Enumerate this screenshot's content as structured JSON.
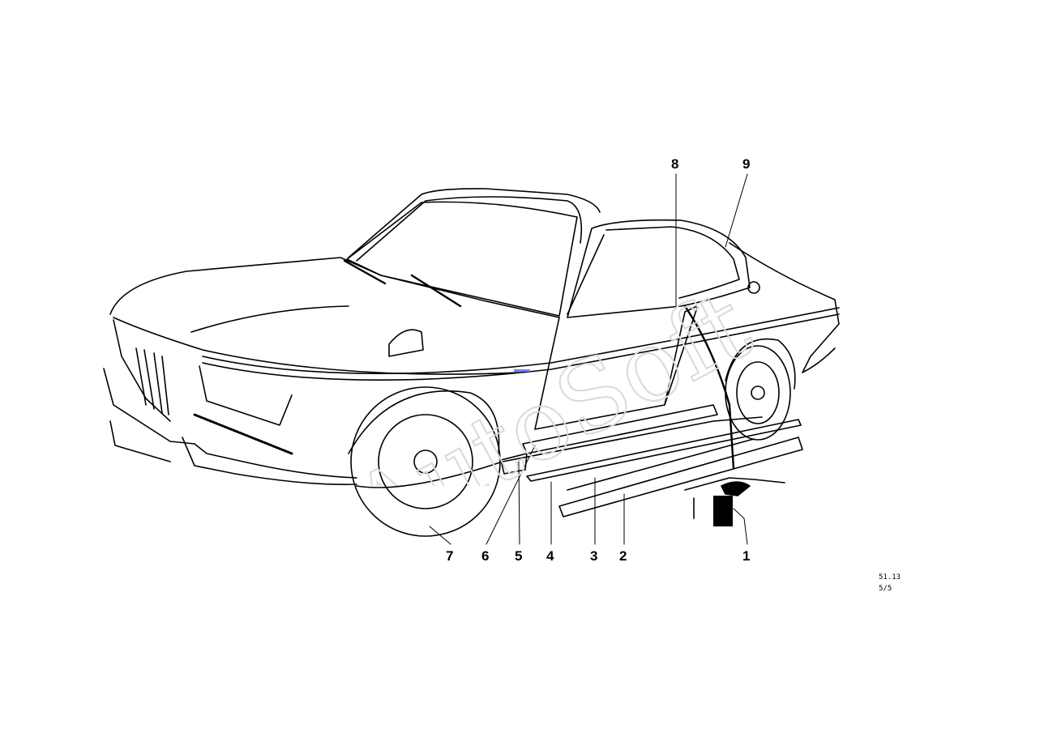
{
  "callouts": {
    "c1": "1",
    "c2": "2",
    "c3": "3",
    "c4": "4",
    "c5": "5",
    "c6": "6",
    "c7": "7",
    "c8": "8",
    "c9": "9"
  },
  "reference": {
    "line1": "51.13",
    "line2": "5/5"
  },
  "watermark": {
    "text": "AutoSoft"
  },
  "colors": {
    "ink": "#000000",
    "watermark": "#d9d9d9",
    "marker": "#7b7bff"
  }
}
